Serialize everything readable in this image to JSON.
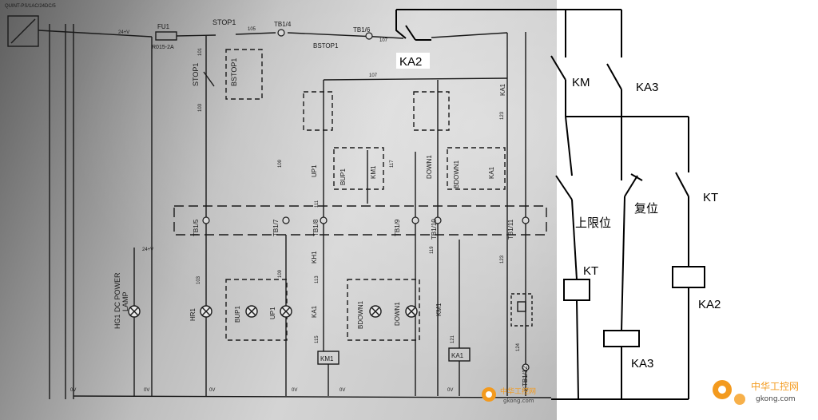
{
  "photo_labels": {
    "psu": "QUINT-PS/1AC/24DC/5",
    "fu1": "FU1",
    "fu1_rating": "R015-2A",
    "stop1": "STOP1",
    "bstop1": "BSTOP1",
    "tb1_4": "TB1/4",
    "tb1_6": "TB1/6",
    "tb1_5": "TB1/5",
    "tb1_7": "TB1/7",
    "tb1_8": "TB1/8",
    "tb1_9": "TB1/9",
    "tb1_10": "TB1/10",
    "tb1_11": "TB1/11",
    "tb1_12": "TB1/12",
    "up1": "UP1",
    "bup1": "BUP1",
    "km1": "KM1",
    "down1": "DOWN1",
    "bdown1": "BDOWN1",
    "ka1": "KA1",
    "kh1": "KH1",
    "hg1": "HG1 DC POWER",
    "lamp": "LAMP",
    "hr1": "HR1",
    "w101": "101",
    "w103": "103",
    "w105": "105",
    "w107": "107",
    "w109": "109",
    "w111": "111",
    "w113": "113",
    "w115": "115",
    "w117": "117",
    "w119": "119",
    "w121": "121",
    "w123": "123",
    "w124": "124",
    "v24": "24+V",
    "v0": "0V"
  },
  "overlay_labels": {
    "ka2_contact": "KA2",
    "km_contact": "KM",
    "ka3_contact": "KA3",
    "limit_switch": "上限位",
    "reset_switch": "复位",
    "kt_contact": "KT",
    "kt_coil": "KT",
    "ka2_coil": "KA2",
    "ka3_coil": "KA3"
  },
  "watermarks": [
    {
      "brand": "中华工控网",
      "site": "gkong.com"
    },
    {
      "brand": "中华工控网",
      "site": "gkong.com"
    }
  ],
  "colors": {
    "ink": "#000000",
    "photo_ink": "#1a1a1a",
    "watermark_orange": "#f39a1e"
  }
}
